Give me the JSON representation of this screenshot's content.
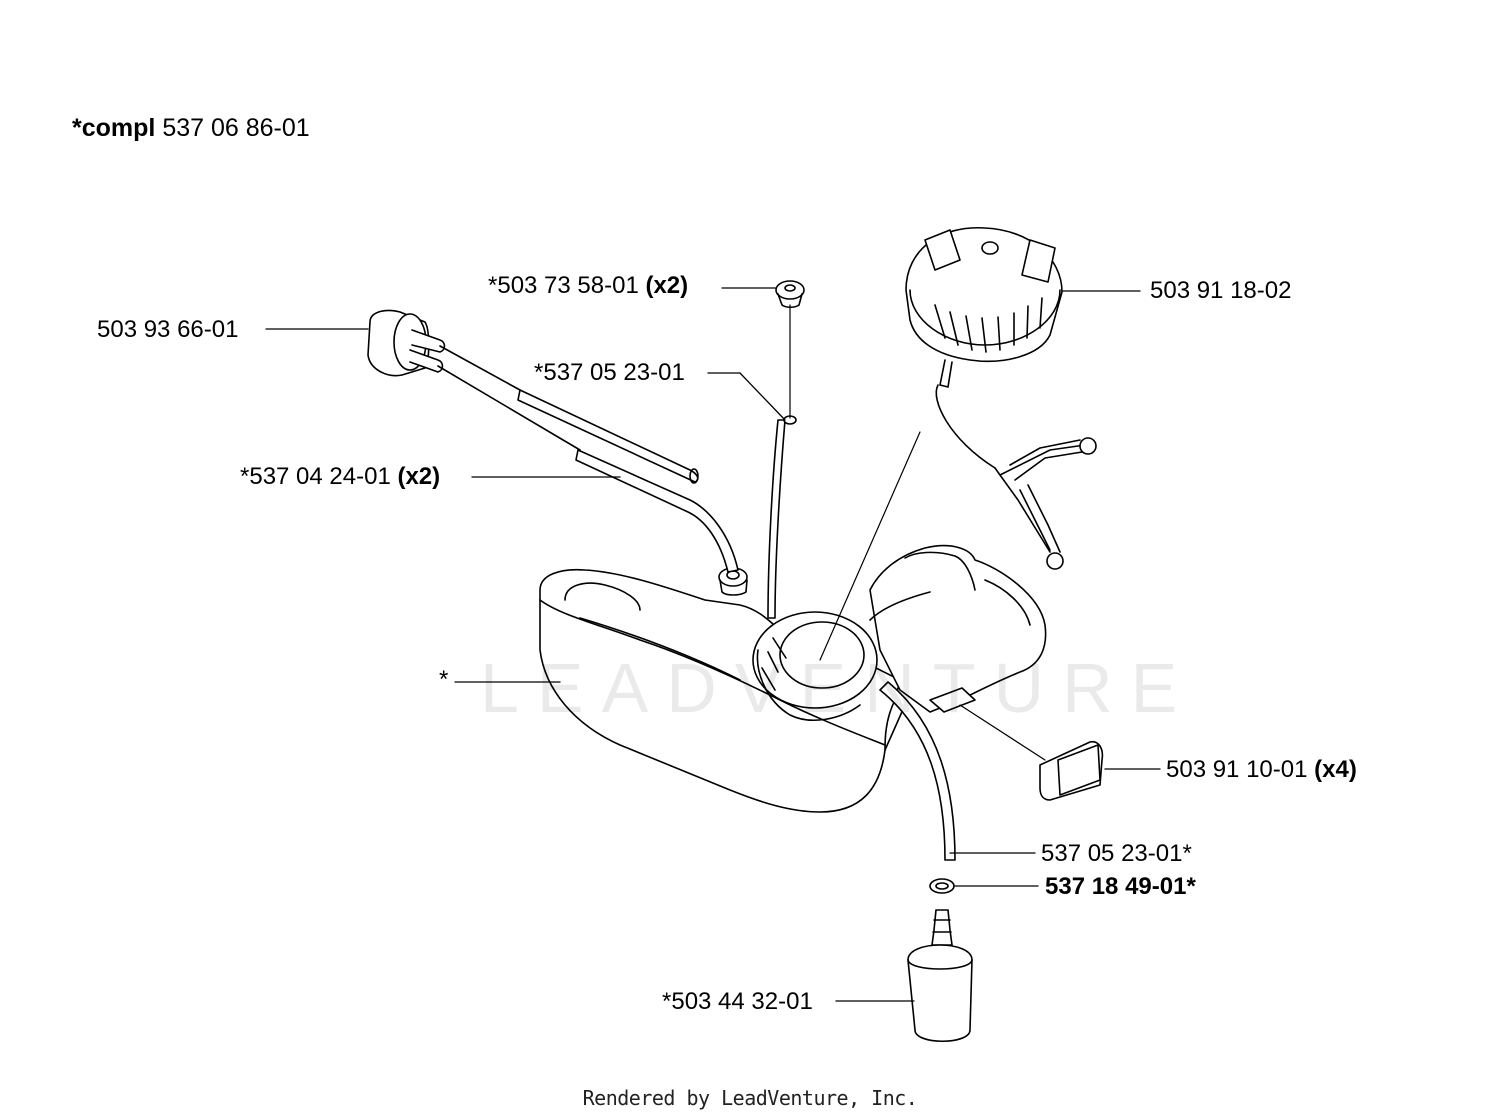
{
  "header": {
    "prefix": "*compl",
    "part_number": "537 06 86-01"
  },
  "watermark": "LEADVENTURE",
  "footer": "Rendered by LeadVenture, Inc.",
  "callouts": [
    {
      "id": "primer-bulb",
      "number": "503 93 66-01",
      "suffix": ""
    },
    {
      "id": "grommet-top",
      "number": "*503 73 58-01",
      "suffix": "(x2)"
    },
    {
      "id": "fuel-cap",
      "number": "503 91 18-02",
      "suffix": ""
    },
    {
      "id": "fuel-hose-a",
      "number": "*537 05 23-01",
      "suffix": ""
    },
    {
      "id": "fuel-hose-pair",
      "number": "*537 04 24-01",
      "suffix": "(x2)"
    },
    {
      "id": "tank",
      "number": "*",
      "suffix": ""
    },
    {
      "id": "rubber-mount",
      "number": "503 91 10-01",
      "suffix": "(x4)"
    },
    {
      "id": "fuel-hose-b",
      "number": "537 05 23-01*",
      "suffix": ""
    },
    {
      "id": "o-ring",
      "number": "537 18 49-01*",
      "suffix": ""
    },
    {
      "id": "fuel-filter",
      "number": "*503 44 32-01",
      "suffix": ""
    }
  ]
}
